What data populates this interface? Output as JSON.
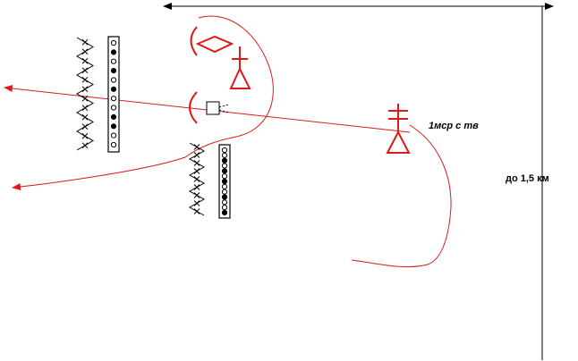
{
  "labels": {
    "unit": "1мср с тв",
    "distance": "до 1,5 км"
  },
  "colors": {
    "friendly": "#dd1a1a",
    "neutral": "#000000",
    "background": "#ffffff"
  },
  "barrier_columns": [
    {
      "name": "left-column",
      "dots": [
        "empty",
        "filled",
        "empty",
        "filled",
        "empty",
        "filled",
        "empty",
        "empty",
        "filled",
        "filled",
        "empty",
        "empty"
      ]
    },
    {
      "name": "lower-column",
      "dots": [
        "empty",
        "empty",
        "filled",
        "empty",
        "filled",
        "empty",
        "filled",
        "empty",
        "empty",
        "filled",
        "empty",
        "empty",
        "filled"
      ]
    }
  ],
  "icons": [
    "range-arrow-icon",
    "direction-arrow-icon",
    "observation-post-icon",
    "commander-post-icon",
    "diamond-icon",
    "bracket-icon",
    "wire-obstacle-icon"
  ]
}
